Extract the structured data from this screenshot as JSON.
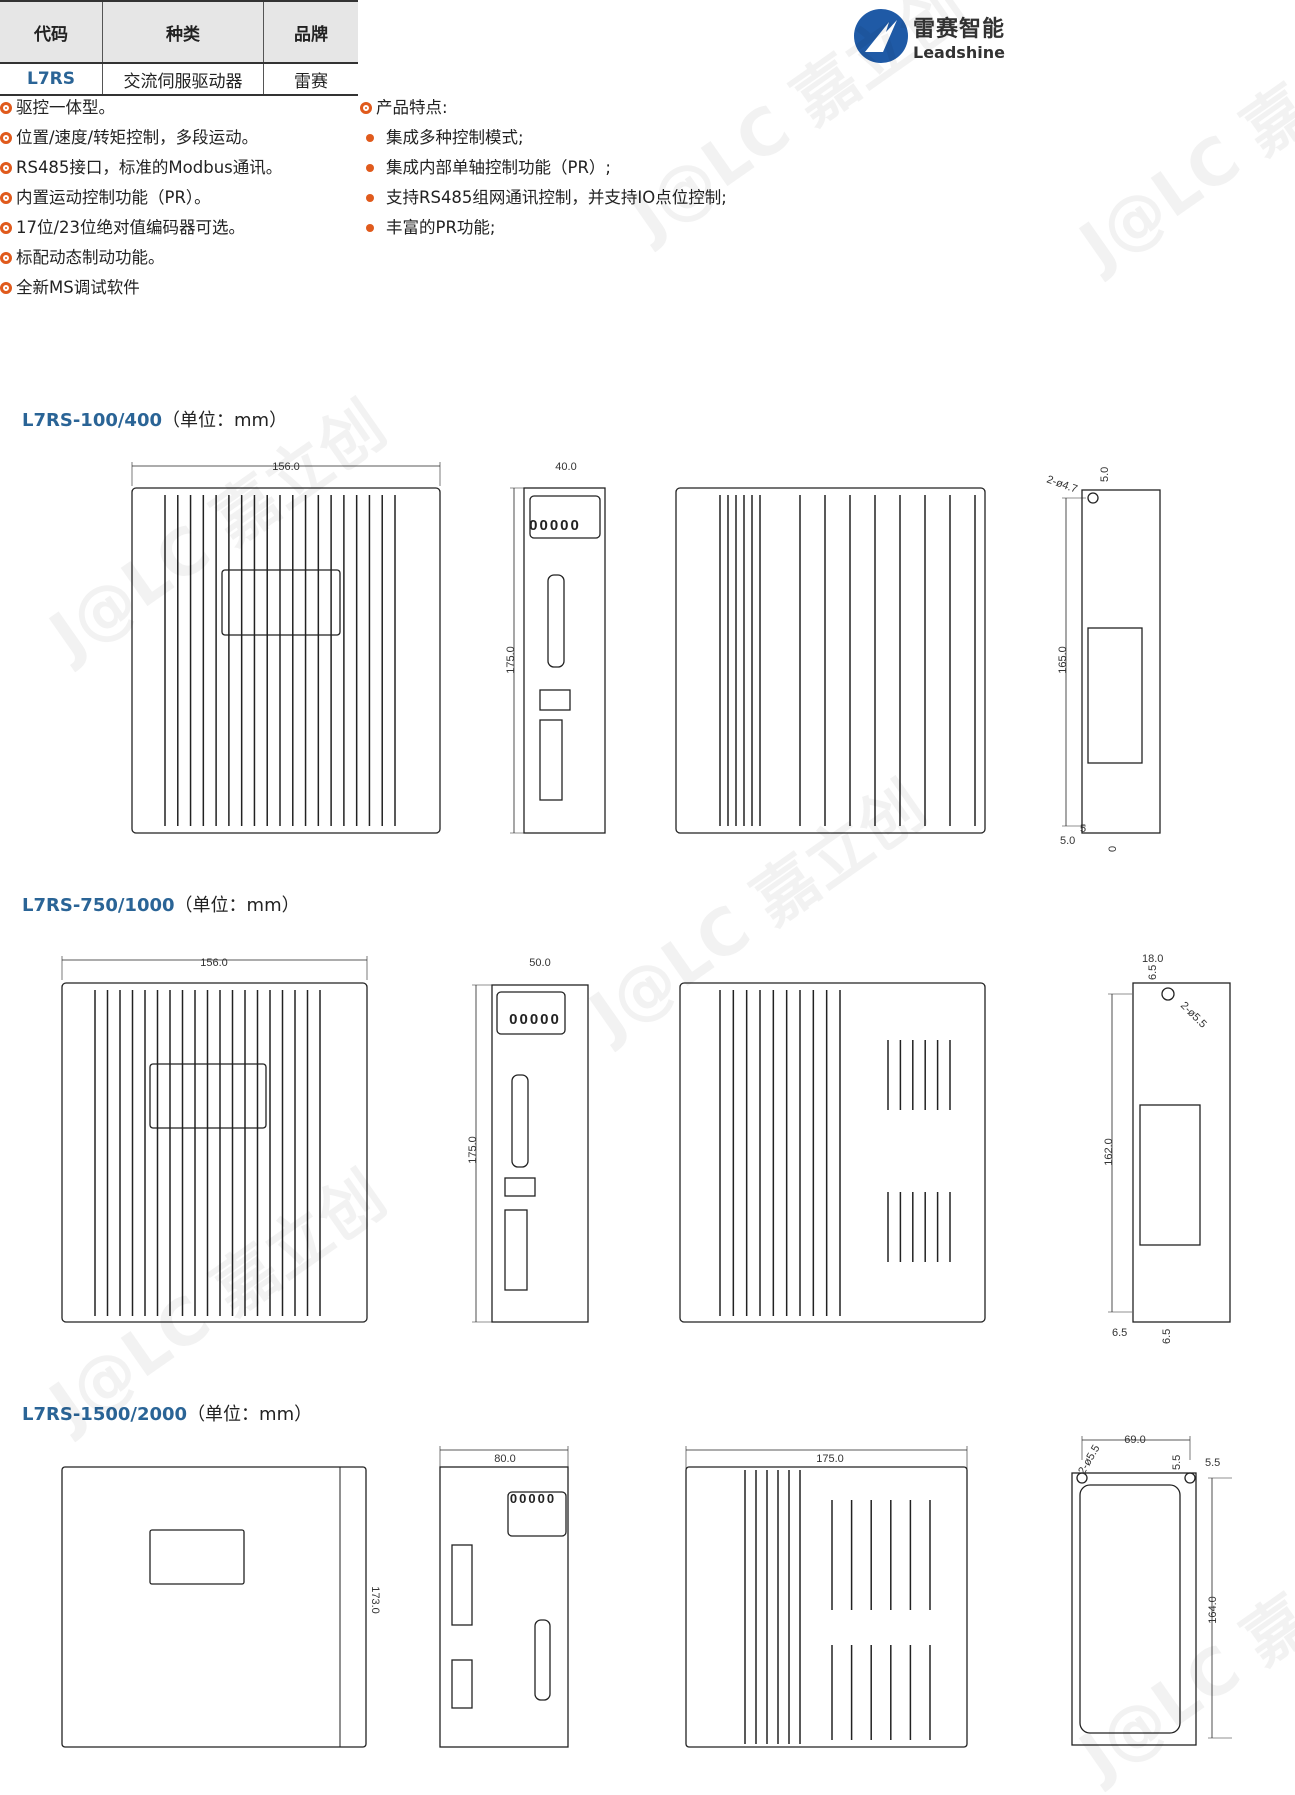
{
  "table": {
    "headers": [
      "代码",
      "种类",
      "品牌"
    ],
    "row": [
      "L7RS",
      "交流伺服驱动器",
      "雷赛"
    ]
  },
  "logo": {
    "cn": "雷赛智能",
    "en": "Leadshine"
  },
  "features_left": [
    "驱控一体型。",
    "位置/速度/转矩控制，多段运动。",
    "RS485接口，标准的Modbus通讯。",
    "内置运动控制功能（PR）。",
    "17位/23位绝对值编码器可选。",
    "标配动态制动功能。",
    "全新MS调试软件"
  ],
  "features_right": {
    "title": "产品特点:",
    "items": [
      "集成多种控制模式;",
      "集成内部单轴控制功能（PR）;",
      "支持RS485组网通讯控制，并支持IO点位控制;",
      "丰富的PR功能;"
    ]
  },
  "sections": [
    {
      "model": "L7RS-100/400",
      "unit": "（单位：mm）",
      "dims": {
        "depth": "156.0",
        "width": "40.0",
        "height": "175.0",
        "hole": "2-ø4.7",
        "top": "5.0",
        "mount": "165.0",
        "b1": "5.0",
        "b2": "5",
        "b3": "0"
      },
      "display": "00000"
    },
    {
      "model": "L7RS-750/1000",
      "unit": "（单位：mm）",
      "dims": {
        "depth": "156.0",
        "width": "50.0",
        "height": "175.0",
        "pitch": "18.0",
        "top": "6.5",
        "hole": "2-ø5.5",
        "mount": "162.0",
        "b1": "6.5",
        "b2": "6.5"
      },
      "display": "00000"
    },
    {
      "model": "L7RS-1500/2000",
      "unit": "（单位：mm）",
      "dims": {
        "side_height": "173.0",
        "width": "80.0",
        "depth": "175.0",
        "pitch": "69.0",
        "hole": "2-ø5.5",
        "top": "5.5",
        "edge": "5.5",
        "mount": "164.0"
      },
      "display": "00000"
    }
  ],
  "watermark": {
    "cn": "嘉立创",
    "en": "J@LC"
  }
}
